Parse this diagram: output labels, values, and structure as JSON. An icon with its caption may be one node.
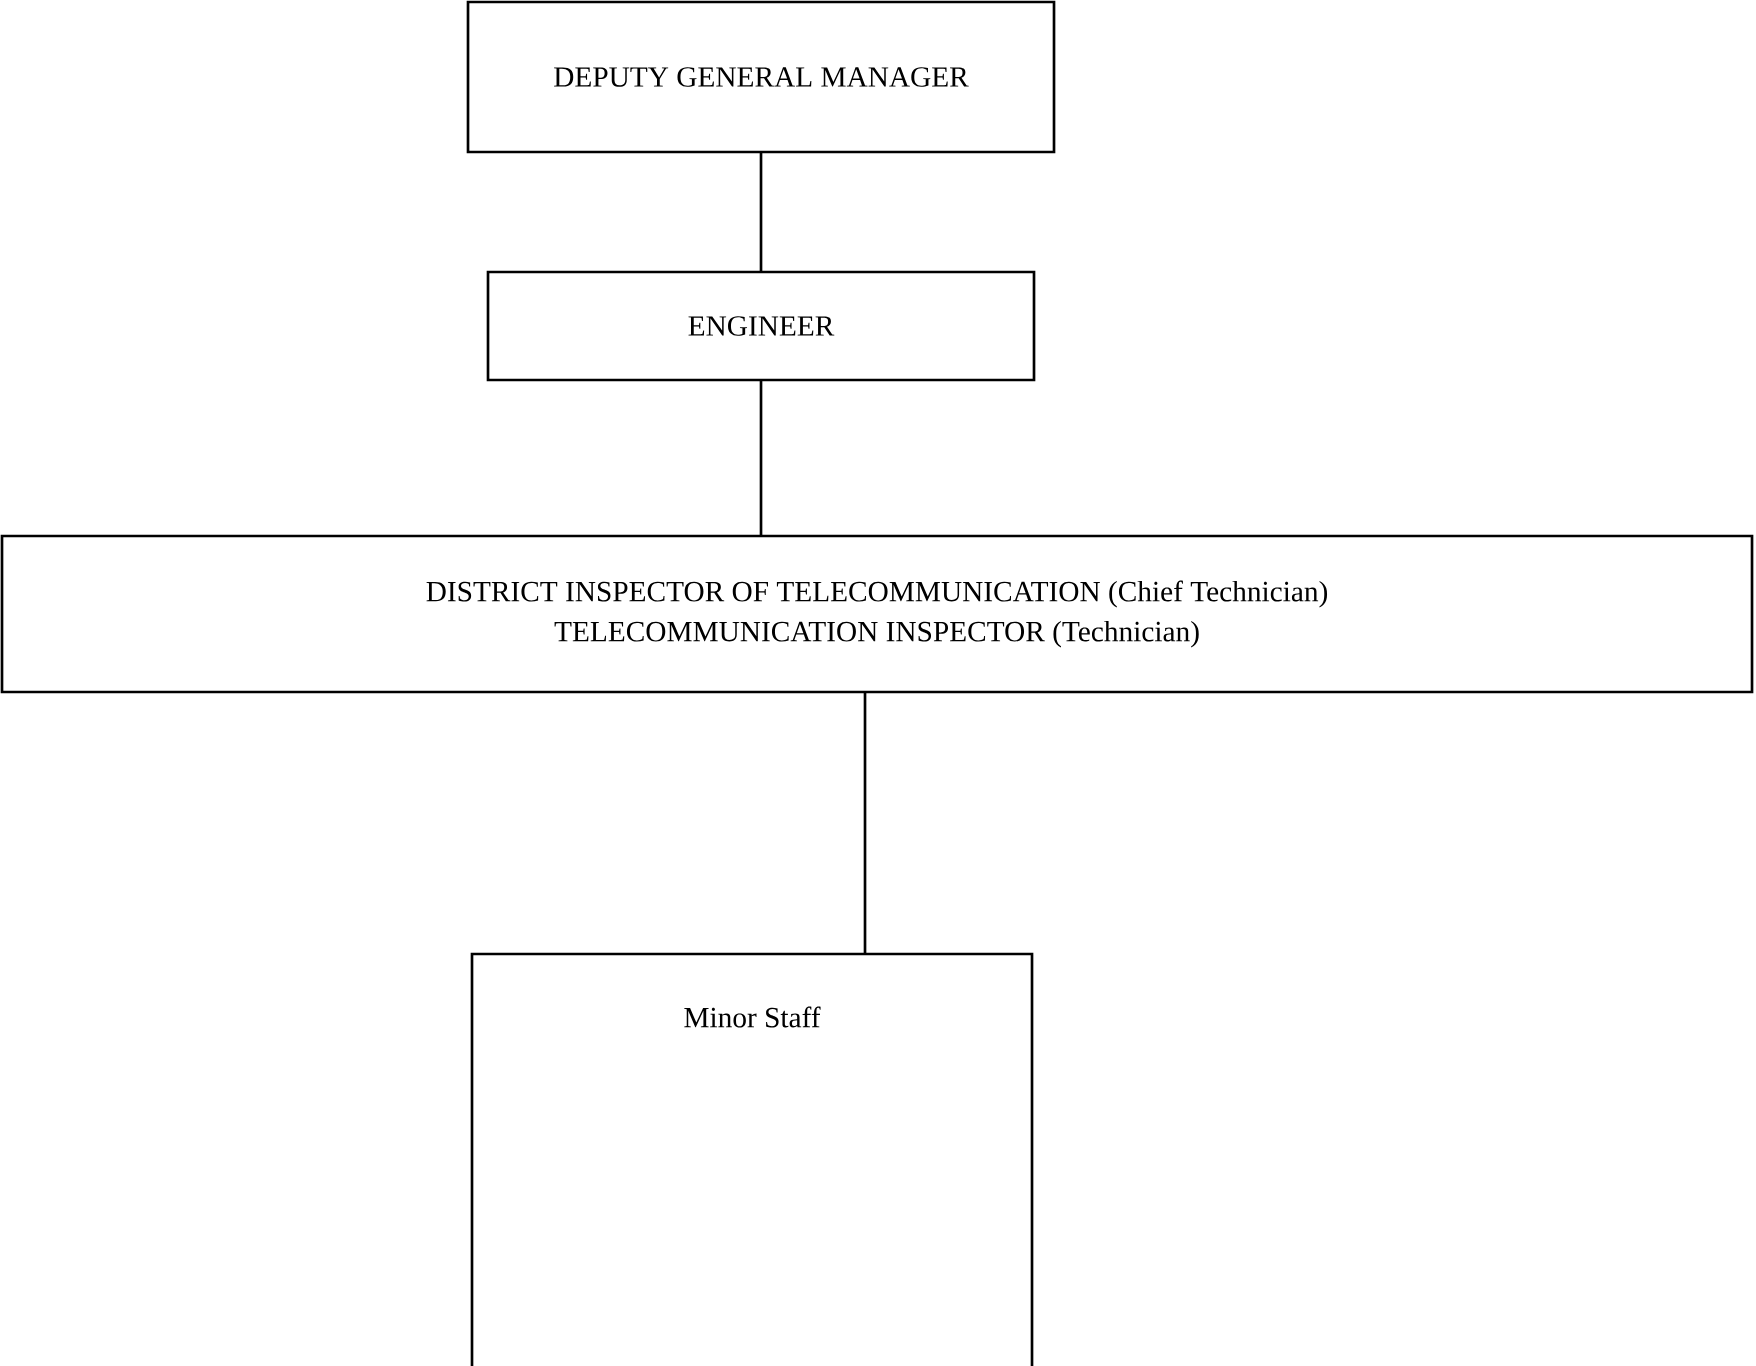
{
  "diagram": {
    "nodes": [
      {
        "text": [
          "DEPUTY GENERAL MANAGER"
        ]
      },
      {
        "text": [
          "ENGINEER"
        ]
      },
      {
        "text": [
          "DISTRICT INSPECTOR OF TELECOMMUNICATION (Chief Technician)",
          "TELECOMMUNICATION INSPECTOR (Technician)"
        ]
      },
      {
        "text": [
          "Minor Staff"
        ]
      }
    ],
    "edges": [
      {
        "from": 0,
        "to": 1,
        "arrow": "none"
      },
      {
        "from": 1,
        "to": 2,
        "arrow": "none"
      },
      {
        "from": 2,
        "to": 3,
        "arrow": "none"
      }
    ]
  }
}
